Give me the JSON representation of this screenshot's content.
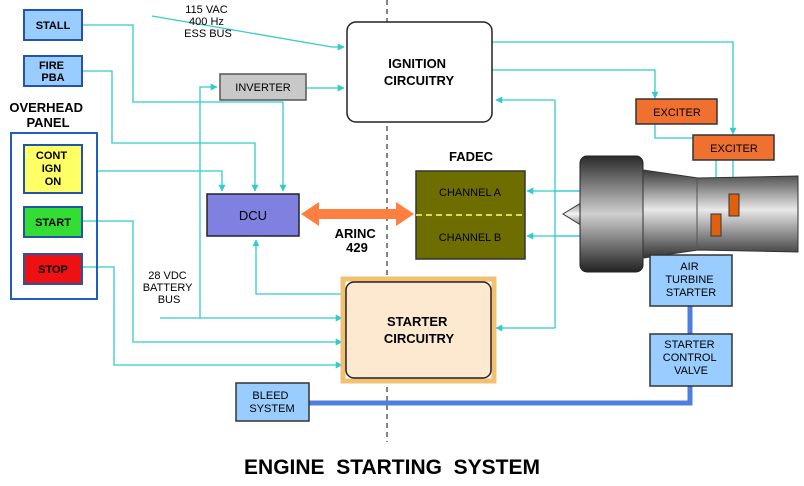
{
  "title": "ENGINE  STARTING  SYSTEM",
  "overhead_panel": {
    "label": [
      "OVERHEAD",
      "PANEL"
    ],
    "buttons": [
      {
        "key": "cont_ign_on",
        "lines": [
          "CONT",
          "IGN",
          "ON"
        ],
        "color": "#ffff66"
      },
      {
        "key": "start",
        "lines": [
          "START"
        ],
        "color": "#33dd33"
      },
      {
        "key": "stop",
        "lines": [
          "STOP"
        ],
        "color": "#ee1111"
      }
    ]
  },
  "stall": [
    "STALL"
  ],
  "fire_pba": [
    "FIRE",
    "PBA"
  ],
  "inverter": [
    "INVERTER"
  ],
  "dcu": [
    "DCU"
  ],
  "ignition_circuitry": [
    "IGNITION",
    "CIRCUITRY"
  ],
  "starter_circuitry": [
    "STARTER",
    "CIRCUITRY"
  ],
  "fadec": {
    "label": "FADEC",
    "channel_a": "CHANNEL  A",
    "channel_b": "CHANNEL  B"
  },
  "arinc": [
    "ARINC",
    "429"
  ],
  "ac_bus": [
    "115 VAC",
    "400 Hz",
    "ESS BUS"
  ],
  "dc_bus": [
    "28 VDC",
    "BATTERY",
    "BUS"
  ],
  "exciter_1": [
    "EXCITER"
  ],
  "exciter_2": [
    "EXCITER"
  ],
  "air_turbine_starter": [
    "AIR",
    "TURBINE",
    "STARTER"
  ],
  "starter_control_valve": [
    "STARTER",
    "CONTROL",
    "VALVE"
  ],
  "bleed_system": [
    "BLEED",
    "SYSTEM"
  ],
  "colors": {
    "cyan_wire": "#33cccc",
    "light_blue_box": "#99ccff",
    "dcu_fill": "#8080e0",
    "fadec_fill": "#6e6e00",
    "exciter_fill": "#f07030",
    "starter_fill": "#fde9cf",
    "bleed_duct": "#4d7fdf",
    "arinc_arrow": "#ff7f40"
  }
}
